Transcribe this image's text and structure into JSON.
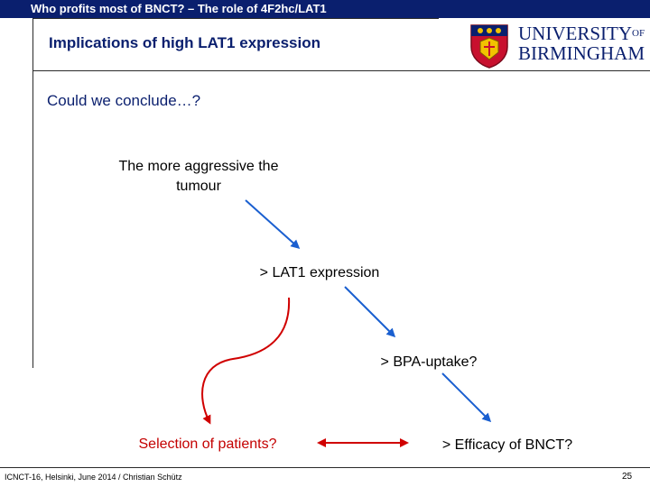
{
  "header": {
    "title": "Who profits most of BNCT? – The role of 4F2hc/LAT1"
  },
  "slide": {
    "subtitle": "Implications of high LAT1 expression",
    "question": "Could we conclude…?"
  },
  "flow": {
    "aggressive_line1": "The more aggressive the",
    "aggressive_line2": "tumour",
    "lat1": "> LAT1 expression",
    "bpa": "> BPA-uptake?",
    "selection": "Selection of patients?",
    "efficacy": "> Efficacy of BNCT?"
  },
  "logo": {
    "line1": "UNIVERSITY",
    "of": "OF",
    "line2": "BIRMINGHAM"
  },
  "footer": {
    "text": "ICNCT-16, Helsinki, June 2014  /  Christian Schütz",
    "page": "25"
  },
  "colors": {
    "header_bg": "#0a1f6e",
    "title_text": "#0a1f6e",
    "blue_arrow": "#1a5fd0",
    "red_arrow": "#d00000",
    "red_text": "#c40000"
  }
}
